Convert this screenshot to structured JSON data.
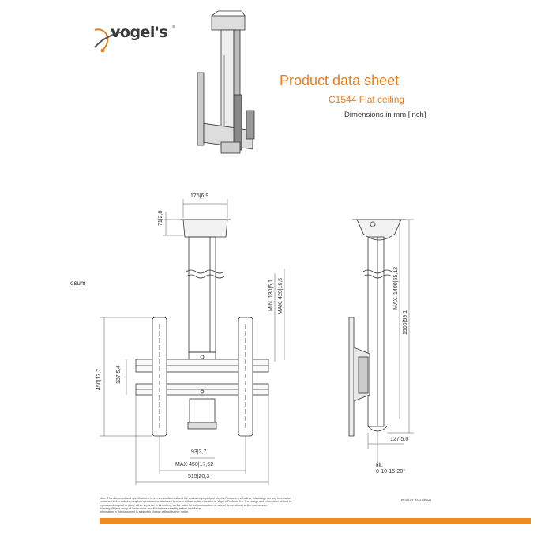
{
  "brand": {
    "name": "vogel's",
    "mark": "®"
  },
  "header": {
    "title": "Product data sheet",
    "model": "C1544 Flat ceiling",
    "units": "Dimensions in mm [inch]"
  },
  "side_label": "osum",
  "front_view": {
    "width_top": {
      "mm": "176",
      "inch": "6,9"
    },
    "top_height": {
      "mm": "71",
      "inch": "2,8"
    },
    "min_len": {
      "mm": "MIN. 130",
      "inch": "5,1"
    },
    "max_len": {
      "mm": "MAX. 420",
      "inch": "16,5"
    },
    "height_450": {
      "mm": "450",
      "inch": "17,7"
    },
    "height_137": {
      "mm": "137",
      "inch": "5,4"
    },
    "width_93": {
      "mm": "93",
      "inch": "3,7"
    },
    "max_450": {
      "mm": "MAX 450",
      "inch": "17,62"
    },
    "width_515": {
      "mm": "515",
      "inch": "20,3"
    }
  },
  "side_view": {
    "max_1400": {
      "mm": "MAX. 1400",
      "inch": "55,12"
    },
    "h_1500": {
      "mm": "1500",
      "inch": "59,1"
    },
    "depth_127": {
      "mm": "127",
      "inch": "5,0"
    },
    "tilt_label": "tilt:",
    "tilt_values": "0-10-15-20°"
  },
  "footer": {
    "note_lines": [
      "Note: This document and specifications herein are confidential and the exclusive property of Vogel's Products b.v. Neither this design nor any information",
      "contained in this drawing may be reproduced or disclosed to others without written consent of Vogel's Products b.v. The design and information will not be",
      "reproduced, copied or used, either in part or in its entirety, as the basis for the manufacture or sale of items without written permission.",
      "Warning: Please study all instructions and illustrations carefully before installation.",
      "Information in this document is subject to change without further notice."
    ],
    "right_label": "Product data sheet"
  },
  "colors": {
    "accent": "#e67e22",
    "footer_bar": "#f08a24",
    "line": "#333333"
  }
}
